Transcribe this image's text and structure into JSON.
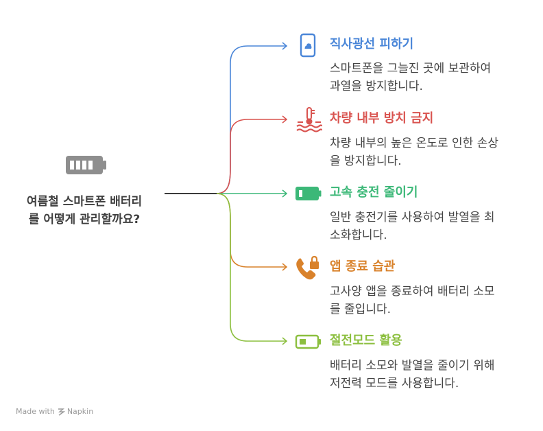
{
  "center": {
    "title": "여름철 스마트폰 배터리\n를 어떻게 관리할까요?",
    "icon": "battery-icon"
  },
  "colors": {
    "center_line": "#3a3a3a",
    "branch1": "#4a86d8",
    "branch2": "#d9534f",
    "branch3": "#3cb878",
    "branch4": "#d9822b",
    "branch5": "#8cbf3f"
  },
  "branches": [
    {
      "title": "직사광선 피하기",
      "desc": "스마트폰을 그늘진 곳에 보관하여\n과열을 방지합니다.",
      "icon": "phone-icon"
    },
    {
      "title": "차량 내부 방치 금지",
      "desc": "차량 내부의 높은 온도로 인한 손상\n을 방지합니다.",
      "icon": "heat-thermometer-icon"
    },
    {
      "title": "고속 충전 줄이기",
      "desc": "일반 충전기를 사용하여 발열을 최\n소화합니다.",
      "icon": "battery-full-icon"
    },
    {
      "title": "앱 종료 습관",
      "desc": "고사양 앱을 종료하여 배터리 소모\n를 줄입니다.",
      "icon": "phone-lock-icon"
    },
    {
      "title": "절전모드 활용",
      "desc": "배터리 소모와 발열을 줄이기 위해\n저전력 모드를 사용합니다.",
      "icon": "battery-low-icon"
    }
  ],
  "footer": {
    "text": "Made with",
    "brand": "Napkin",
    "icon": "napkin-logo-icon"
  }
}
